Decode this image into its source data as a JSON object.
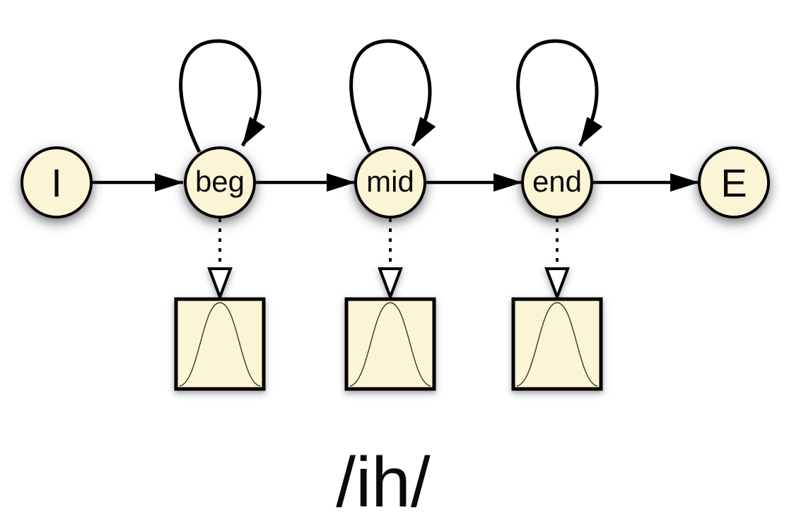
{
  "diagram": {
    "type": "hmm-state-diagram",
    "phoneme_label": "/ih/",
    "states": [
      {
        "label": "I"
      },
      {
        "label": "beg"
      },
      {
        "label": "mid"
      },
      {
        "label": "end"
      },
      {
        "label": "E"
      }
    ],
    "transitions": [
      {
        "from": "I",
        "to": "beg",
        "style": "solid"
      },
      {
        "from": "beg",
        "to": "beg",
        "style": "self-loop"
      },
      {
        "from": "beg",
        "to": "mid",
        "style": "solid"
      },
      {
        "from": "mid",
        "to": "mid",
        "style": "self-loop"
      },
      {
        "from": "mid",
        "to": "end",
        "style": "solid"
      },
      {
        "from": "end",
        "to": "end",
        "style": "self-loop"
      },
      {
        "from": "end",
        "to": "E",
        "style": "solid"
      }
    ],
    "emissions": [
      {
        "state": "beg",
        "icon": "gaussian-curve-icon",
        "connector": "dashed"
      },
      {
        "state": "mid",
        "icon": "gaussian-curve-icon",
        "connector": "dashed"
      },
      {
        "state": "end",
        "icon": "gaussian-curve-icon",
        "connector": "dashed"
      }
    ],
    "colors": {
      "node_fill": "#FBF4D5",
      "stroke": "#000000",
      "curve_stroke": "#40351C",
      "background": "#FFFFFF"
    }
  }
}
